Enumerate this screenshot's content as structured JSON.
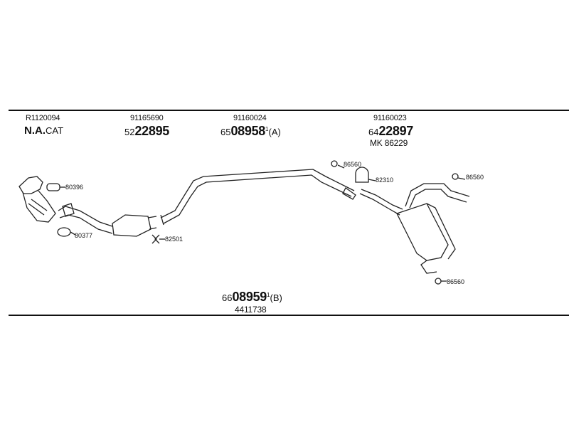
{
  "header_parts": [
    {
      "ref": "R1120094",
      "line2_bold": "N.A.",
      "line2_rest": "CAT"
    },
    {
      "ref": "91165690",
      "prefix": "52",
      "number": "22895"
    },
    {
      "ref": "91160024",
      "prefix": "65",
      "number": "08958",
      "sup": "1",
      "suffix": "(A)"
    },
    {
      "ref": "91160023",
      "prefix": "64",
      "number": "22897",
      "extra": "MK  86229"
    }
  ],
  "callouts": [
    "86560",
    "82310",
    "86560",
    "80396",
    "80377",
    "82501",
    "86560"
  ],
  "footer": {
    "prefix": "66",
    "number": "08959",
    "sup": "1",
    "suffix": "(B)",
    "ref": "4411738"
  }
}
